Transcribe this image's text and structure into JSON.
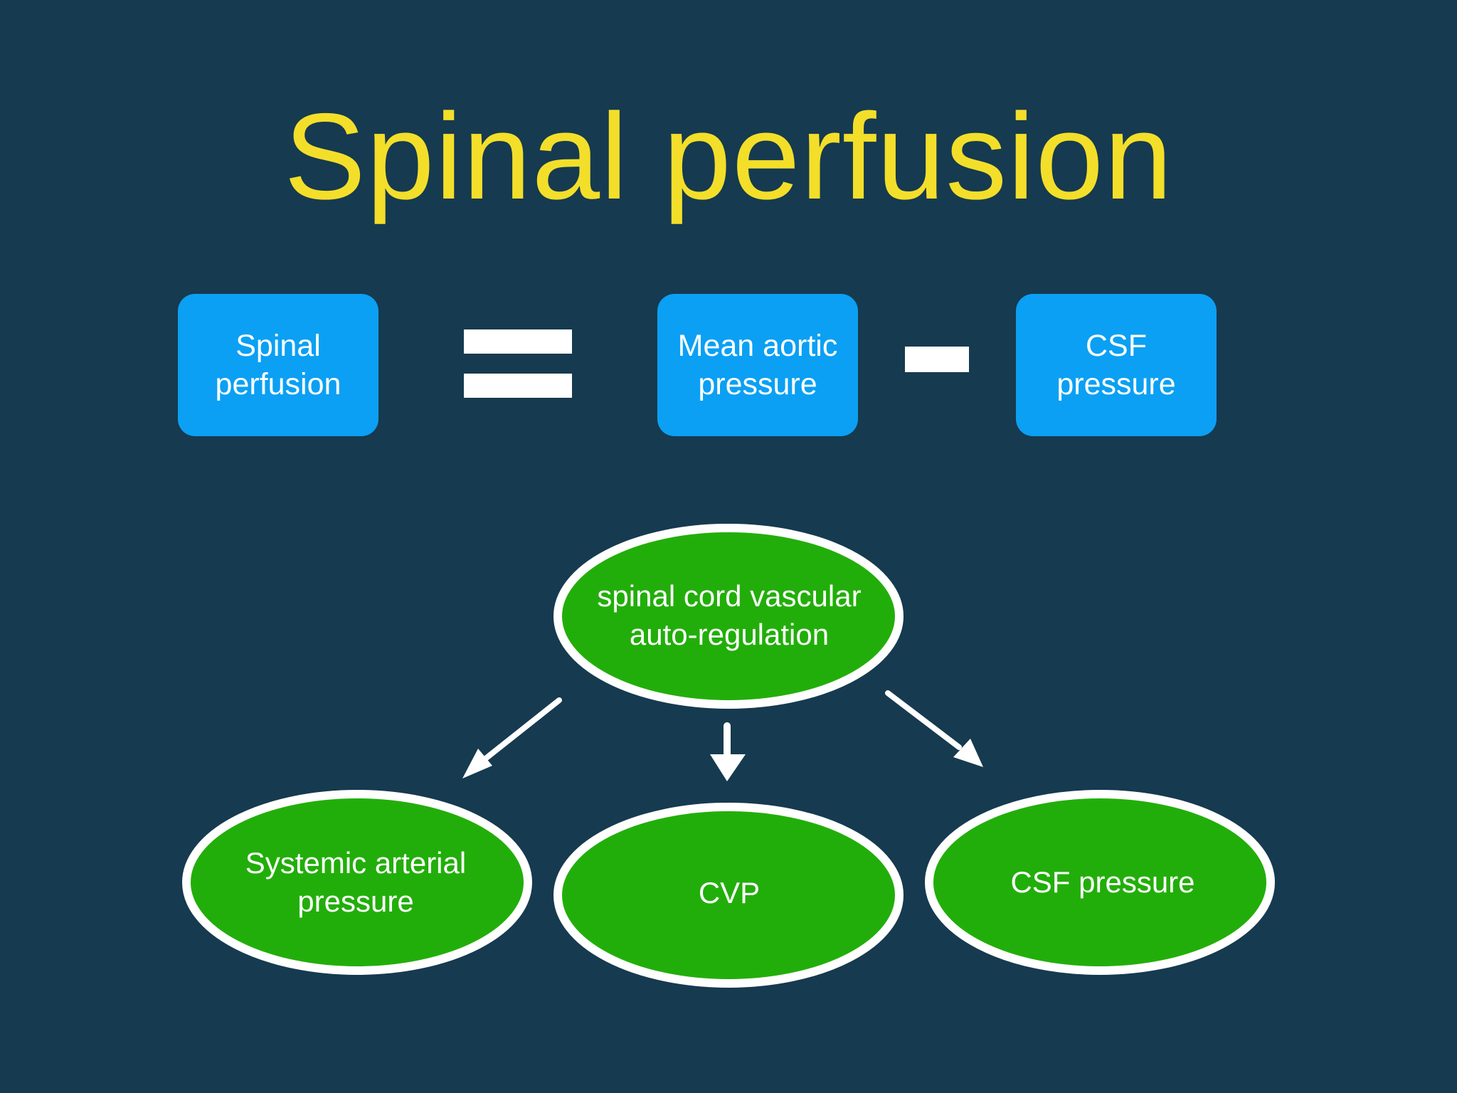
{
  "slide": {
    "title": "Spinal perfusion"
  },
  "equation": {
    "term_left": "Spinal perfusion",
    "term_mid": "Mean aortic pressure",
    "term_right": "CSF pressure"
  },
  "hierarchy": {
    "top": "spinal cord vascular auto-regulation",
    "children": [
      "Systemic arterial pressure",
      "CVP",
      "CSF pressure"
    ]
  },
  "colors": {
    "background": "#163a4f",
    "title": "#f3df2a",
    "box": "#0ba0f3",
    "ellipse_fill": "#22ae0a",
    "ellipse_border": "#ffffff"
  }
}
